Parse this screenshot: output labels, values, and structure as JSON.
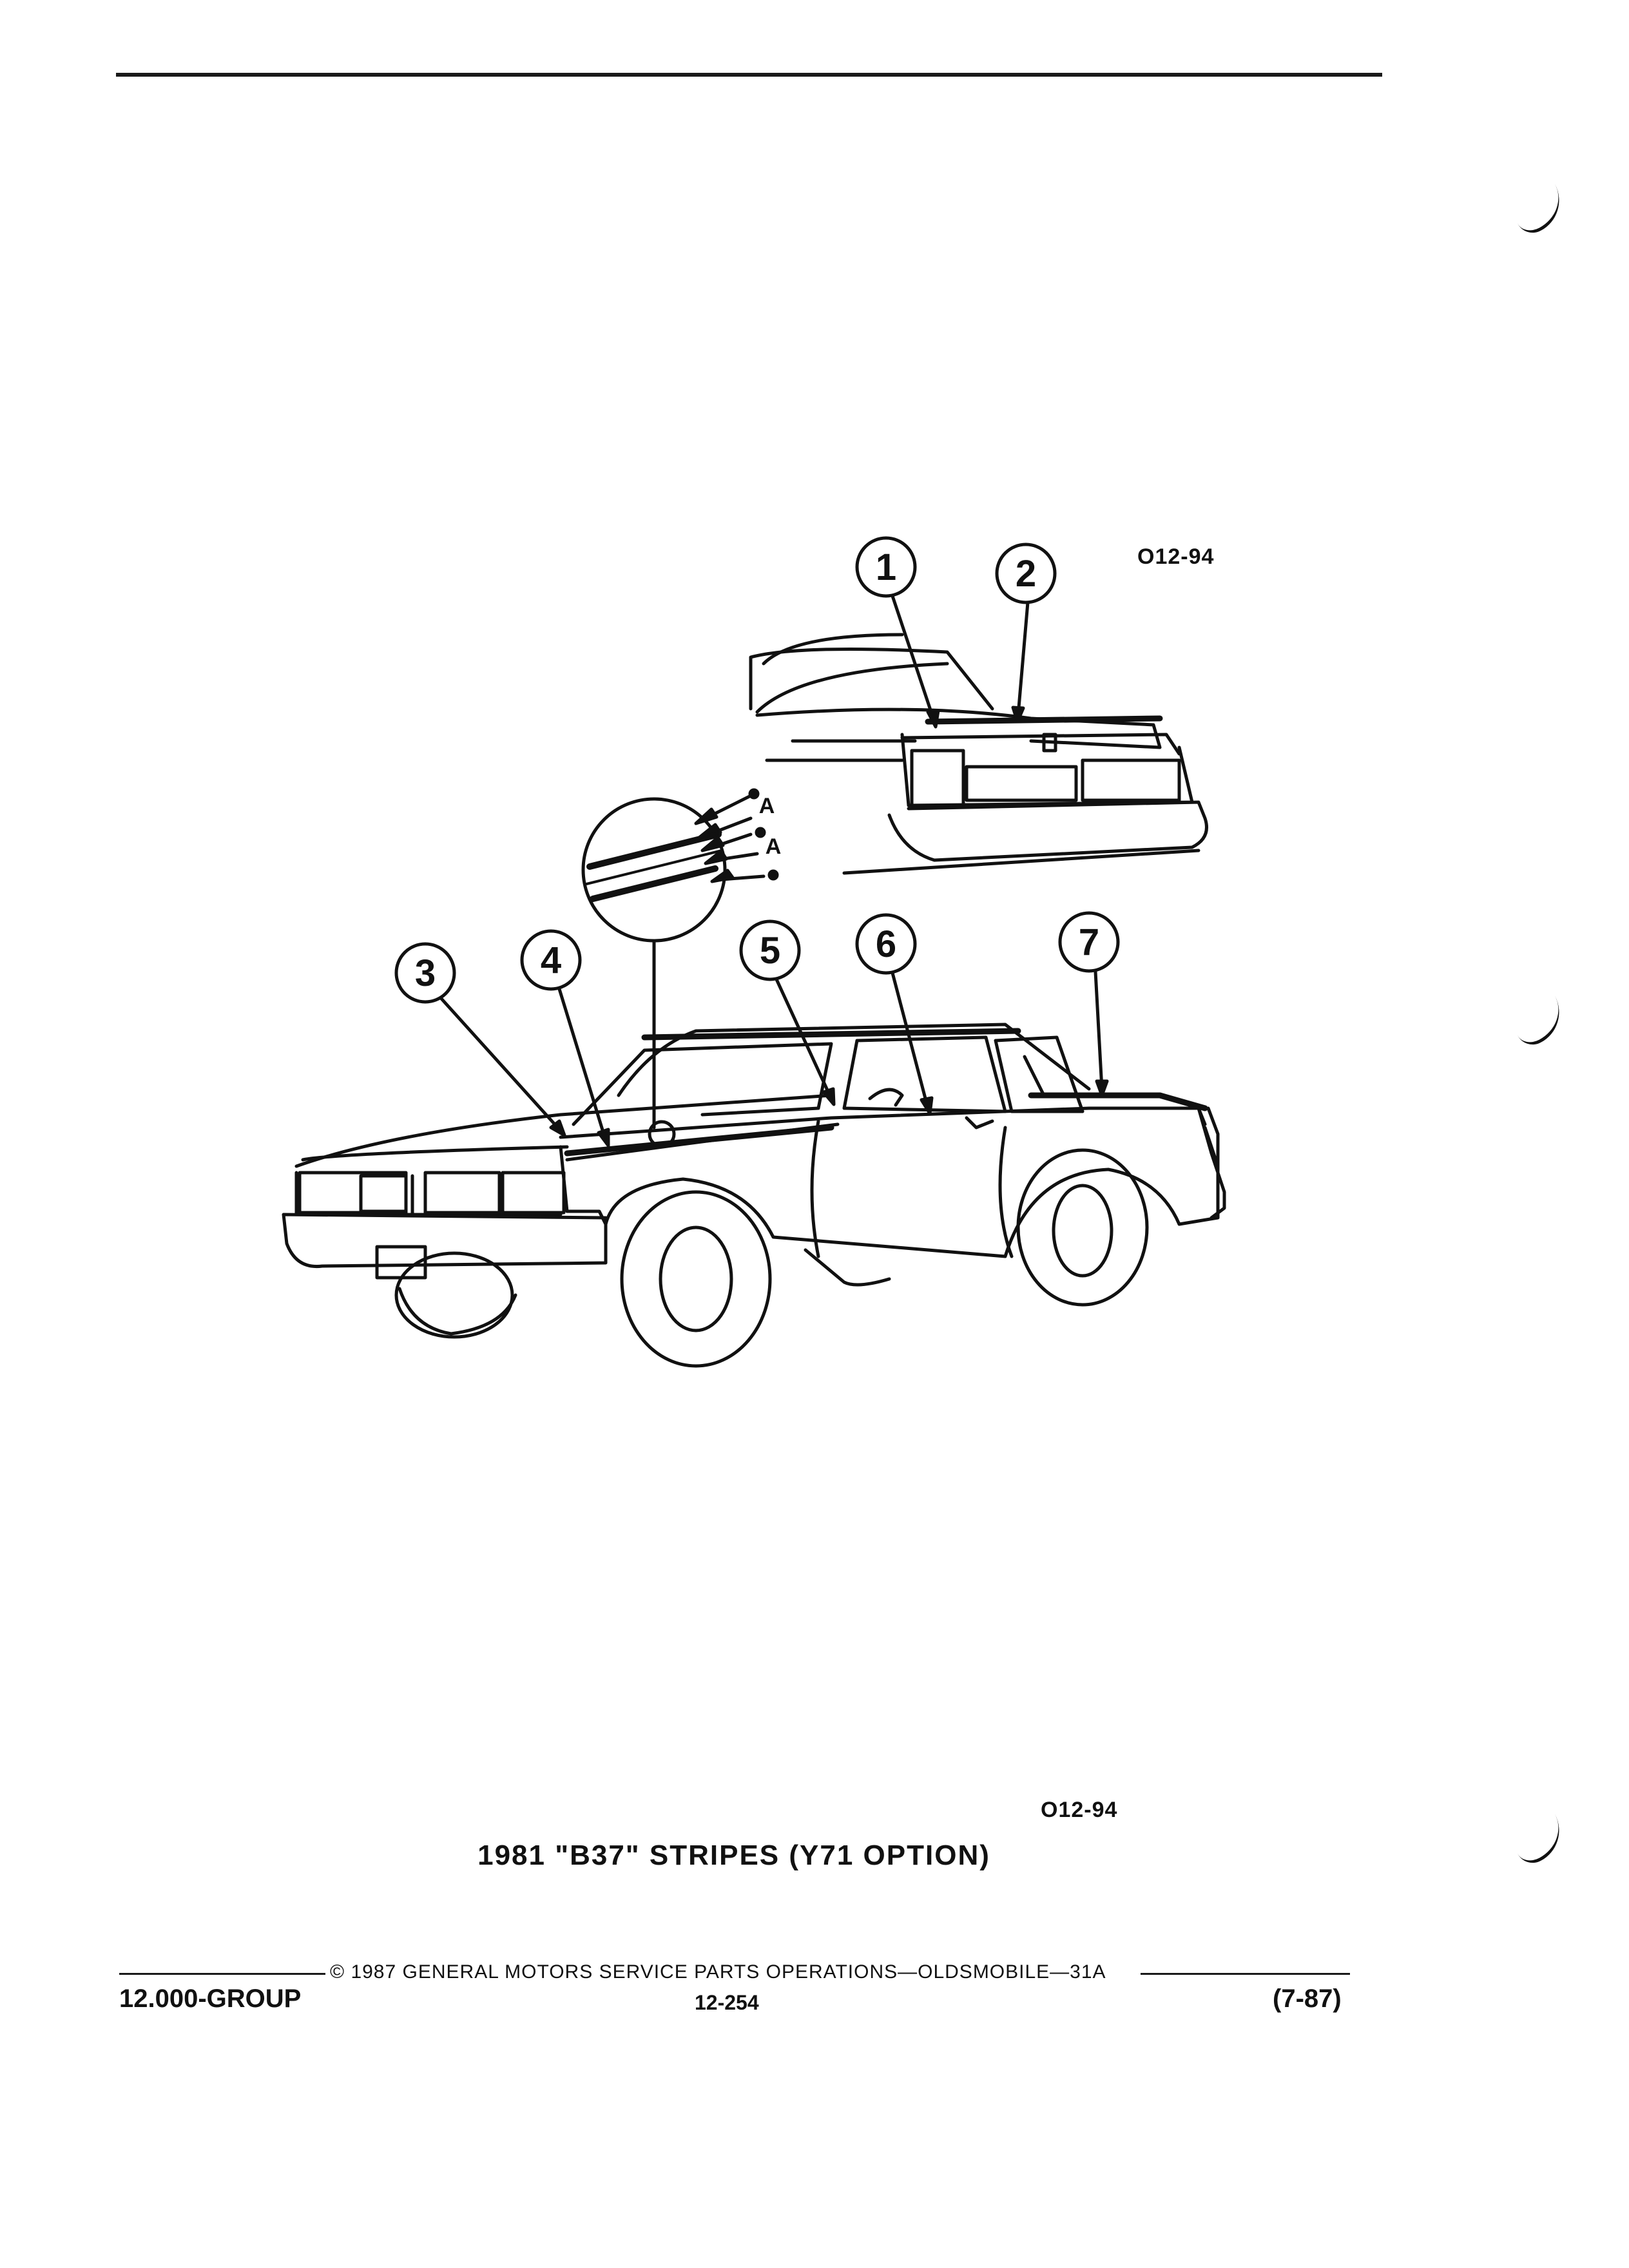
{
  "figure": {
    "code_top": "O12-94",
    "code_bottom": "O12-94",
    "caption": "1981 \"B37\" STRIPES (Y71 OPTION)"
  },
  "callouts": [
    "1",
    "2",
    "3",
    "4",
    "5",
    "6",
    "7"
  ],
  "detail_labels": [
    "A",
    "A"
  ],
  "footer": {
    "copyright": "© 1987 GENERAL MOTORS SERVICE PARTS OPERATIONS—OLDSMOBILE—31A",
    "group": "12.000-GROUP",
    "page_number": "12-254",
    "revision": "(7-87)"
  }
}
